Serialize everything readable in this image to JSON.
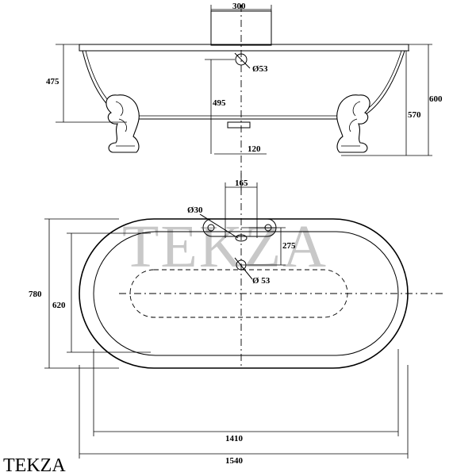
{
  "watermark": "TEKZA",
  "brand": "TEKZA",
  "dimensions": {
    "tap_width": "300",
    "tub_height": "475",
    "waste_dia_top": "Ø53",
    "drain_height": "495",
    "rim_height": "570",
    "total_height": "600",
    "drain_offset": "120",
    "hole_spacing": "165",
    "tap_hole_dia": "Ø30",
    "hole_depth": "275",
    "drain_dia": "Ø 53",
    "total_width": "780",
    "inner_width": "620",
    "inner_length": "1410",
    "total_length": "1540"
  }
}
